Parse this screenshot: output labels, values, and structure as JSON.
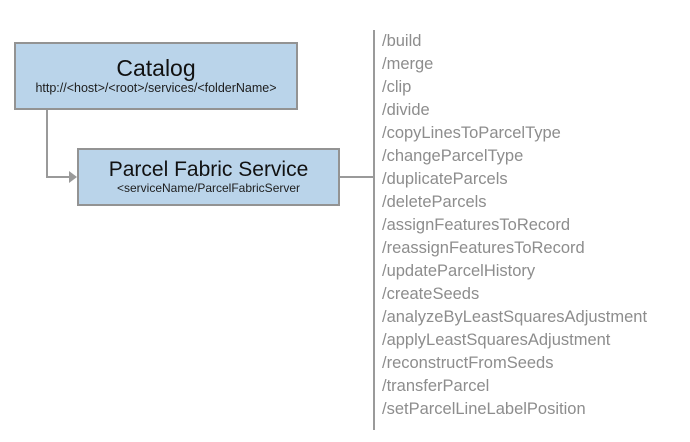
{
  "diagram": {
    "type": "architecture-flow",
    "background_color": "#ffffff",
    "node_fill_color": "#bad4ea",
    "node_border_color": "#939393",
    "connector_color": "#9a9a9a",
    "operation_text_color": "#8d8d8d",
    "nodes": [
      {
        "id": "catalog",
        "title": "Catalog",
        "subtitle": "http://<host>/<root>/services/<folderName>"
      },
      {
        "id": "parcel-fabric-service",
        "title": "Parcel Fabric Service",
        "subtitle": "<serviceName/ParcelFabricServer"
      }
    ],
    "connectors": [
      {
        "id": "catalog-to-service",
        "from": "catalog",
        "to": "parcel-fabric-service",
        "has_arrowhead": true
      },
      {
        "id": "service-to-operations",
        "from": "parcel-fabric-service",
        "to": "operations",
        "has_arrowhead": false
      }
    ],
    "operations": [
      "/build",
      "/merge",
      "/clip",
      "/divide",
      "/copyLinesToParcelType",
      "/changeParcelType",
      "/duplicateParcels",
      "/deleteParcels",
      "/assignFeaturesToRecord",
      "/reassignFeaturesToRecord",
      "/updateParcelHistory",
      "/createSeeds",
      "/analyzeByLeastSquaresAdjustment",
      "/applyLeastSquaresAdjustment",
      "/reconstructFromSeeds",
      "/transferParcel",
      "/setParcelLineLabelPosition"
    ]
  }
}
